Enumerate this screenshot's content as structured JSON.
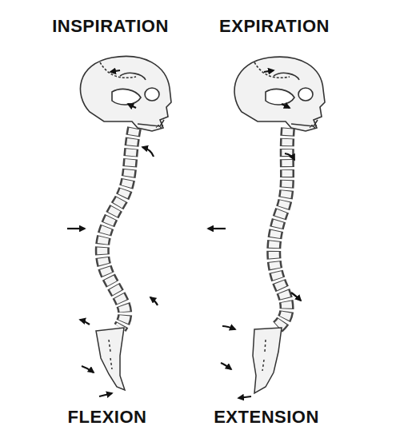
{
  "diagram": {
    "labels": [
      "INSPIRATION",
      "EXPIRATION",
      "FLEXION",
      "EXTENSION"
    ]
  }
}
